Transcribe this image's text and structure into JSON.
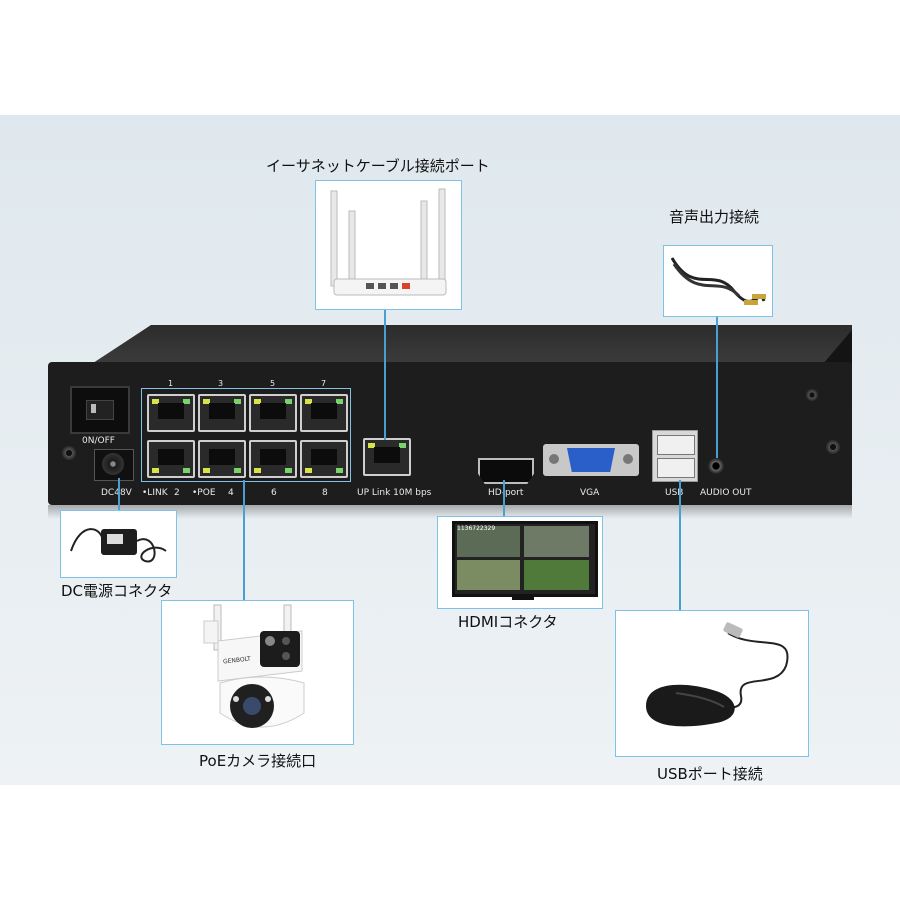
{
  "captions": {
    "ethernet": "イーサネットケーブル接続ポート",
    "audio": "音声出力接続",
    "dc": "DC電源コネクタ",
    "hdmi": "HDMIコネクタ",
    "poe": "PoEカメラ接続口",
    "usb": "USBポート接続"
  },
  "panel_labels": {
    "onoff": "0N/OFF",
    "dc48v": "DC48V",
    "link": "•LINK",
    "poe": "•POE",
    "port_top": [
      "1",
      "3",
      "5",
      "7"
    ],
    "port_bottom": [
      "2",
      "4",
      "6",
      "8"
    ],
    "uplink": "UP Link 10M bps",
    "hdport": "HD-port",
    "vga": "VGA",
    "usb": "USB",
    "audio_out": "AUDIO OUT"
  },
  "monitor": {
    "timestamp": "1136722329"
  },
  "camera": {
    "brand": "GENBOLT"
  }
}
